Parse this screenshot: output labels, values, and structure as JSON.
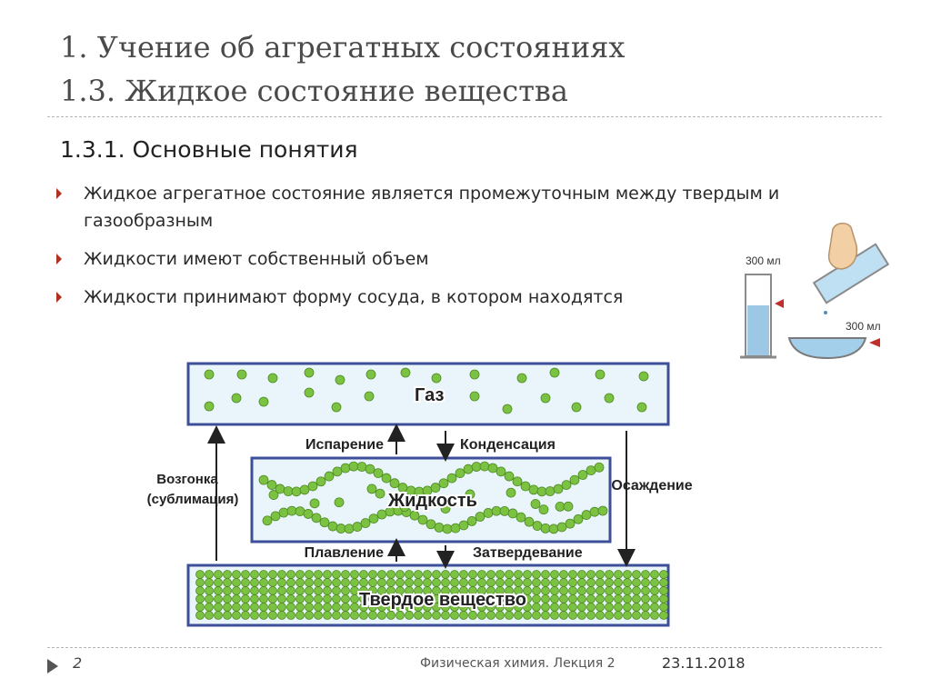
{
  "title": {
    "line1": "1. Учение об агрегатных состояниях",
    "line2": "1.3. Жидкое состояние вещества"
  },
  "subheading": "1.3.1. Основные понятия",
  "bullets": [
    "Жидкое агрегатное состояние является промежуточным между твердым и газообразным",
    "Жидкости имеют собственный объем",
    "Жидкости принимают форму сосуда, в котором находятся"
  ],
  "illustration": {
    "cylinder_volume": "300 мл",
    "dish_volume": "300 мл"
  },
  "diagram": {
    "gas": "Газ",
    "liquid": "Жидкость",
    "solid": "Твердое вещество",
    "evaporation": "Испарение",
    "condensation": "Конденсация",
    "melting": "Плавление",
    "solidification": "Затвердевание",
    "sublimation_line1": "Возгонка",
    "sublimation_line2": "(сублимация)",
    "deposition": "Осаждение",
    "colors": {
      "molecule": "#7cc242",
      "frame": "#3e4f9a",
      "box_fill": "#eaf5fb",
      "arrow": "#222222"
    }
  },
  "footer": {
    "page": "2",
    "course": "Физическая химия. Лекция 2",
    "date": "23.11.2018"
  }
}
